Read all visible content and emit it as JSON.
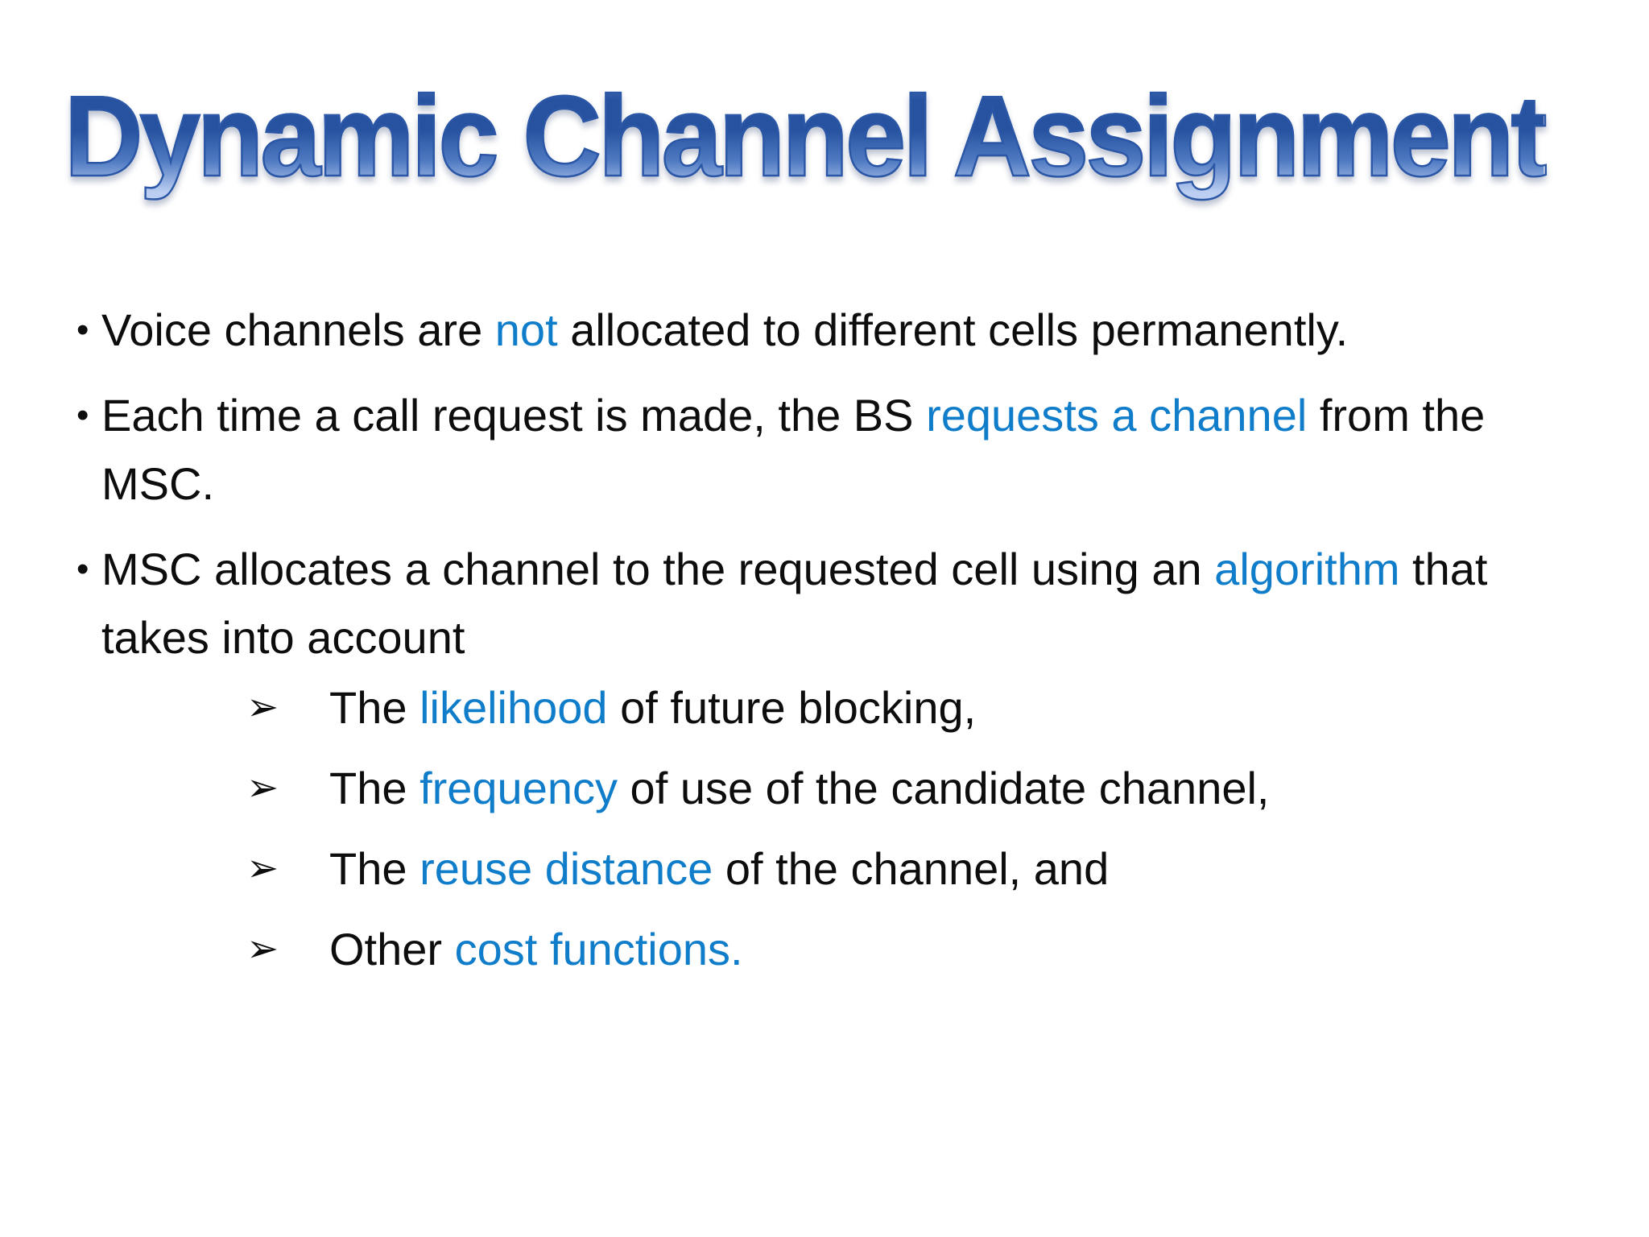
{
  "title": {
    "text": "Dynamic Channel Assignment"
  },
  "colors": {
    "background": "#ffffff",
    "body_text": "#0d0d0d",
    "emphasis_blue": "#0f7dc9",
    "title_gradient_top": "#5a84ce",
    "title_gradient_dark": "#27529f",
    "title_gradient_mid": "#4f7ac2",
    "title_gradient_light": "#bccff2",
    "title_outline": "#2b57a6"
  },
  "list": {
    "bullet_char": "•",
    "sub_bullet_char": "➢"
  },
  "bullets": [
    {
      "segments": [
        {
          "text": "Voice channels are ",
          "emphasis": false
        },
        {
          "text": "not",
          "emphasis": true
        },
        {
          "text": " allocated to different cells permanently.",
          "emphasis": false
        }
      ]
    },
    {
      "segments": [
        {
          "text": "Each time a call request is made, the BS ",
          "emphasis": false
        },
        {
          "text": "requests a channel",
          "emphasis": true
        },
        {
          "text": " from the MSC.",
          "emphasis": false
        }
      ]
    },
    {
      "segments": [
        {
          "text": "MSC allocates a channel to the requested cell using an ",
          "emphasis": false
        },
        {
          "text": "algorithm",
          "emphasis": true
        },
        {
          "text": " that takes into account",
          "emphasis": false
        }
      ]
    }
  ],
  "sub_bullets": [
    {
      "segments": [
        {
          "text": "The ",
          "emphasis": false
        },
        {
          "text": "likelihood",
          "emphasis": true
        },
        {
          "text": " of future blocking,",
          "emphasis": false
        }
      ]
    },
    {
      "segments": [
        {
          "text": "The ",
          "emphasis": false
        },
        {
          "text": "frequency",
          "emphasis": true
        },
        {
          "text": " of use of the candidate channel,",
          "emphasis": false
        }
      ]
    },
    {
      "segments": [
        {
          "text": "The ",
          "emphasis": false
        },
        {
          "text": "reuse distance",
          "emphasis": true
        },
        {
          "text": " of the channel, and",
          "emphasis": false
        }
      ]
    },
    {
      "segments": [
        {
          "text": "Other ",
          "emphasis": false
        },
        {
          "text": "cost functions.",
          "emphasis": true
        }
      ]
    }
  ]
}
